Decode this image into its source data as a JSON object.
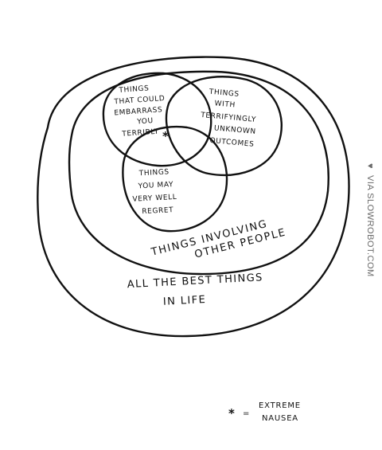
{
  "diagram": {
    "sets": {
      "embarrass": {
        "lines": [
          "THINGS",
          "THAT COULD",
          "EMBARRASS",
          "YOU",
          "TERRIBLY"
        ]
      },
      "unknown": {
        "lines": [
          "THINGS",
          "WITH",
          "TERRIFYINGLY",
          "UNKNOWN",
          "OUTCOMES"
        ]
      },
      "regret": {
        "lines": [
          "THINGS",
          "YOU MAY",
          "VERY WELL",
          "REGRET"
        ]
      }
    },
    "inner_region": {
      "lines": [
        "THINGS INVOLVING",
        "OTHER PEOPLE"
      ]
    },
    "outer_region": {
      "lines": [
        "ALL THE BEST THINGS",
        "IN LIFE"
      ]
    },
    "center_mark": "*",
    "legend": {
      "symbol": "*",
      "separator": "=",
      "lines": [
        "EXTREME",
        "NAUSEA"
      ]
    }
  },
  "watermark": "VIA SLOWROBOT.COM",
  "watermark_icon": "heart-icon"
}
